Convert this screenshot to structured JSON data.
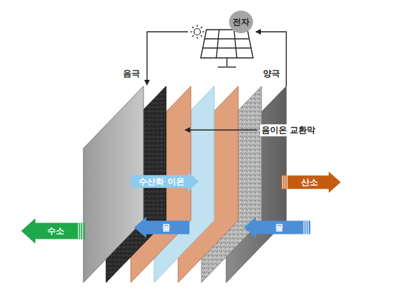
{
  "diagram": {
    "nodes": [
      {
        "text": [
          "전자"
        ]
      },
      {
        "text": [
          "수산화 이온"
        ]
      },
      {
        "text": [
          "산소"
        ]
      },
      {
        "text": [
          "수소"
        ]
      },
      {
        "text": [
          "물"
        ]
      },
      {
        "text": [
          "물"
        ]
      }
    ],
    "labels": [
      "음극",
      "양극",
      "음이온 교환막"
    ]
  }
}
